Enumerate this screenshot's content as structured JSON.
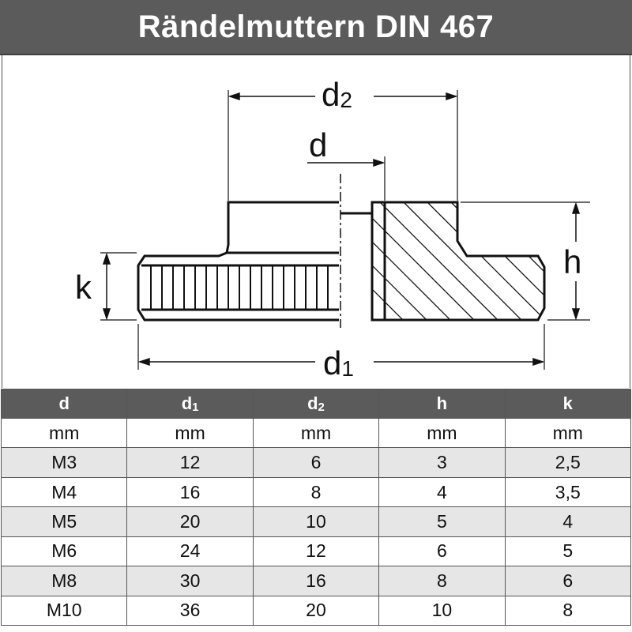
{
  "title": "Rändelmuttern DIN 467",
  "labels": {
    "d2": {
      "main": "d",
      "sub": "2"
    },
    "d": {
      "main": "d"
    },
    "h": {
      "main": "h"
    },
    "k": {
      "main": "k"
    },
    "d1": {
      "main": "d",
      "sub": "1"
    }
  },
  "table": {
    "headers": [
      {
        "main": "d",
        "sub": ""
      },
      {
        "main": "d",
        "sub": "1"
      },
      {
        "main": "d",
        "sub": "2"
      },
      {
        "main": "h",
        "sub": ""
      },
      {
        "main": "k",
        "sub": ""
      }
    ],
    "units": [
      "mm",
      "mm",
      "mm",
      "mm",
      "mm"
    ],
    "rows": [
      [
        "M3",
        "12",
        "6",
        "3",
        "2,5"
      ],
      [
        "M4",
        "16",
        "8",
        "4",
        "3,5"
      ],
      [
        "M5",
        "20",
        "10",
        "5",
        "4"
      ],
      [
        "M6",
        "24",
        "12",
        "6",
        "5"
      ],
      [
        "M8",
        "30",
        "16",
        "8",
        "6"
      ],
      [
        "M10",
        "36",
        "20",
        "10",
        "8"
      ]
    ]
  },
  "colors": {
    "header_bg": "#5b5b5b",
    "row_alt_bg": "#e6e6e6",
    "line": "#111111"
  }
}
